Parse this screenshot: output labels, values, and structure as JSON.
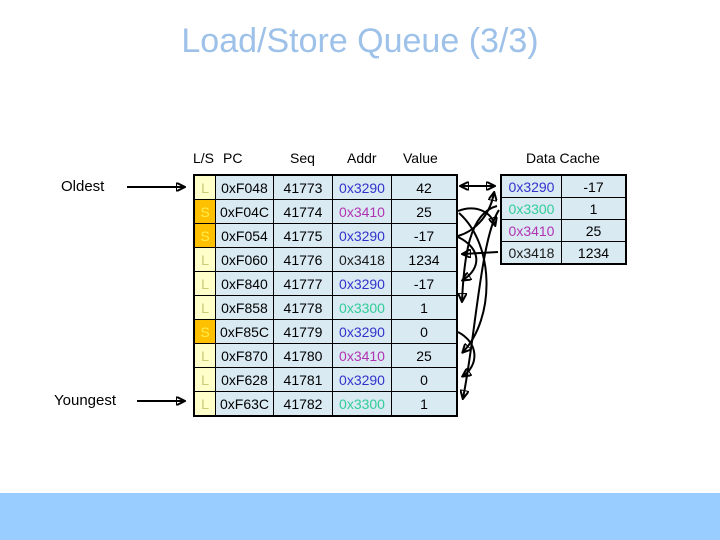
{
  "slide": {
    "title": "Load/Store Queue (3/3)"
  },
  "labels": {
    "oldest": "Oldest",
    "youngest": "Youngest"
  },
  "lsq": {
    "headers": {
      "ls": "L/S",
      "pc": "PC",
      "seq": "Seq",
      "addr": "Addr",
      "value": "Value"
    },
    "rows": [
      {
        "ls": "L",
        "pc": "0xF048",
        "seq": "41773",
        "addr": "0x3290",
        "value": "42"
      },
      {
        "ls": "S",
        "pc": "0xF04C",
        "seq": "41774",
        "addr": "0x3410",
        "value": "25"
      },
      {
        "ls": "S",
        "pc": "0xF054",
        "seq": "41775",
        "addr": "0x3290",
        "value": "-17"
      },
      {
        "ls": "L",
        "pc": "0xF060",
        "seq": "41776",
        "addr": "0x3418",
        "value": "1234"
      },
      {
        "ls": "L",
        "pc": "0xF840",
        "seq": "41777",
        "addr": "0x3290",
        "value": "-17"
      },
      {
        "ls": "L",
        "pc": "0xF858",
        "seq": "41778",
        "addr": "0x3300",
        "value": "1"
      },
      {
        "ls": "S",
        "pc": "0xF85C",
        "seq": "41779",
        "addr": "0x3290",
        "value": "0"
      },
      {
        "ls": "L",
        "pc": "0xF870",
        "seq": "41780",
        "addr": "0x3410",
        "value": "25"
      },
      {
        "ls": "L",
        "pc": "0xF628",
        "seq": "41781",
        "addr": "0x3290",
        "value": "0"
      },
      {
        "ls": "L",
        "pc": "0xF63C",
        "seq": "41782",
        "addr": "0x3300",
        "value": "1"
      }
    ]
  },
  "cache": {
    "title": "Data Cache",
    "rows": [
      {
        "addr": "0x3290",
        "value": "-17"
      },
      {
        "addr": "0x3300",
        "value": "1"
      },
      {
        "addr": "0x3410",
        "value": "25"
      },
      {
        "addr": "0x3418",
        "value": "1234"
      }
    ]
  },
  "connections": [
    {
      "from": "oldest-label",
      "to": "lsq-row-1"
    },
    {
      "from": "youngest-label",
      "to": "lsq-row-10"
    },
    {
      "from": "lsq-row-1",
      "to": "cache-row-0x3290",
      "type": "bidirectional"
    },
    {
      "from": "lsq-row-2",
      "to": "cache-row-0x3410",
      "type": "store-to-cache"
    },
    {
      "from": "lsq-row-3",
      "to": "cache-row-0x3290",
      "type": "store-to-cache"
    },
    {
      "from": "cache-row-0x3418",
      "to": "lsq-row-4",
      "type": "cache-to-load"
    },
    {
      "from": "lsq-row-3",
      "to": "lsq-row-5",
      "type": "store-to-load-forward"
    },
    {
      "from": "cache-row-0x3300",
      "to": "lsq-row-6",
      "type": "cache-to-load"
    },
    {
      "from": "lsq-row-2",
      "to": "lsq-row-8",
      "type": "store-to-load-forward"
    },
    {
      "from": "lsq-row-7",
      "to": "lsq-row-9",
      "type": "store-to-load-forward"
    },
    {
      "from": "cache-row-0x3300",
      "to": "lsq-row-10",
      "type": "cache-to-load"
    }
  ],
  "colors": {
    "title": "#9DC1E8",
    "cell_bg": "#D9EAF3",
    "load_bg": "#FFFFC9",
    "store_bg": "#FFC000",
    "addr_0x3290": "#3333CC",
    "addr_0x3410": "#B233B2",
    "addr_0x3300": "#33CC99",
    "addr_0x3418": "#1a1a1a",
    "bottom_band": "#99CCFF",
    "arrows": "#000000"
  }
}
